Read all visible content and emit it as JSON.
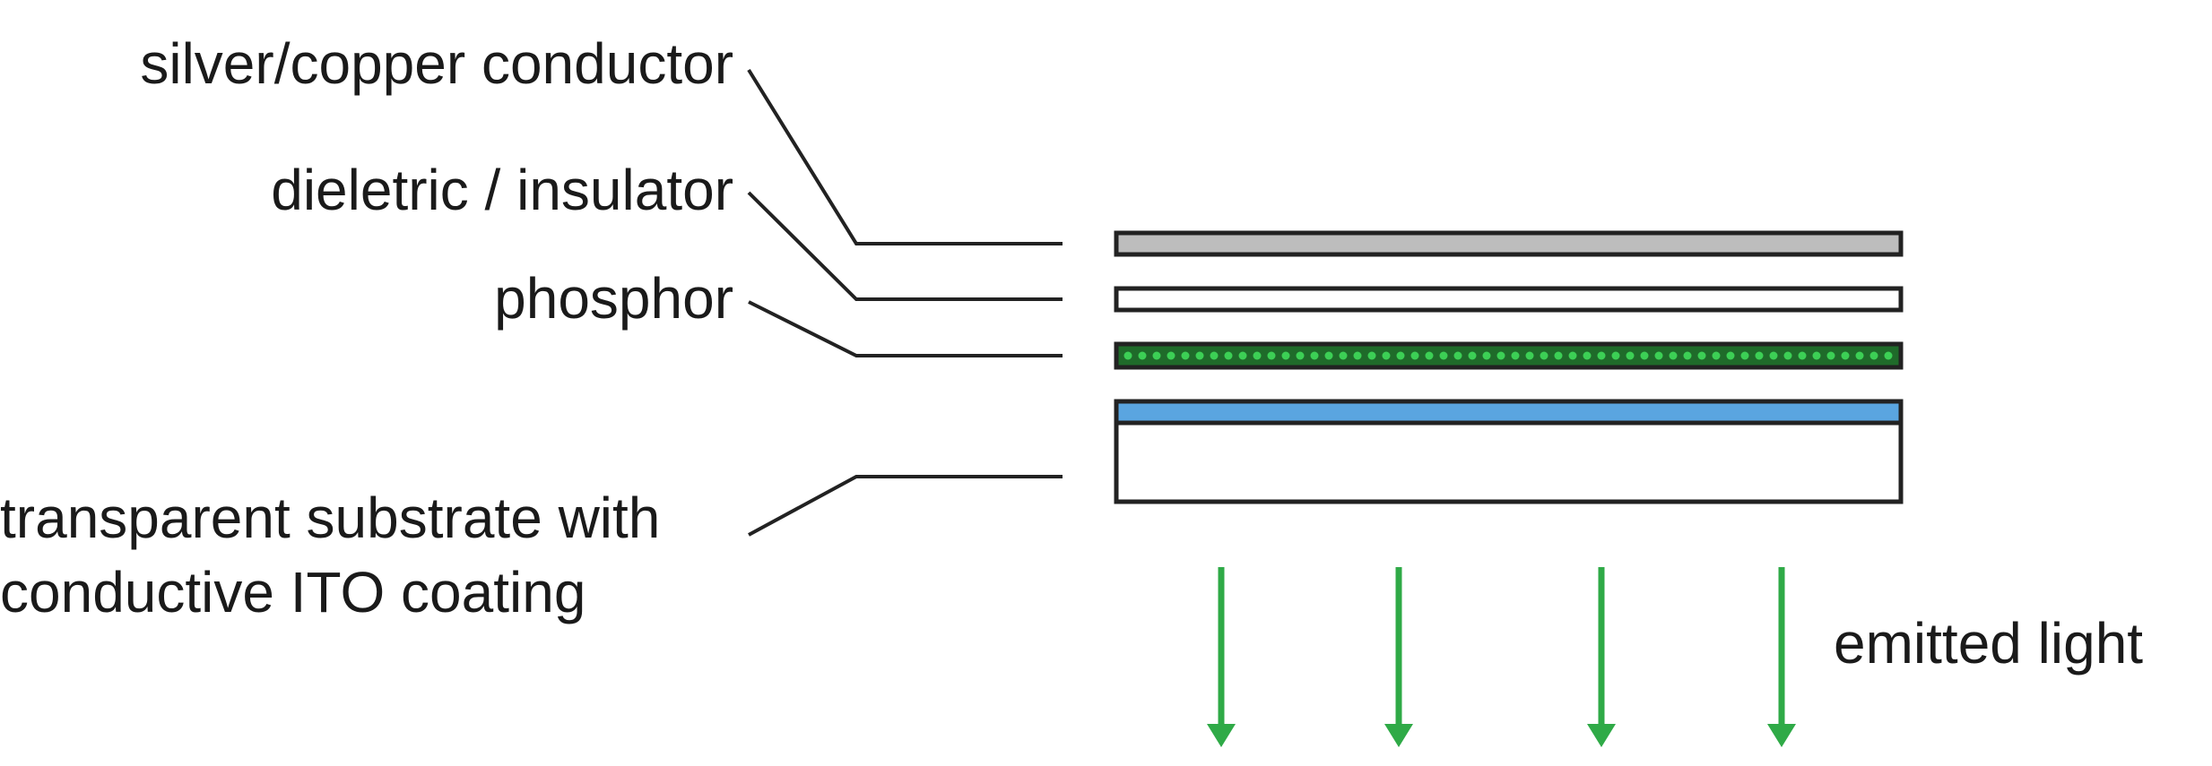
{
  "labels": {
    "conductor": "silver/copper conductor",
    "dielectric": "dieletric / insulator",
    "phosphor": "phosphor",
    "substrate_line1": "transparent substrate with",
    "substrate_line2": "conductive ITO coating",
    "emitted_light": "emitted light"
  },
  "colors": {
    "conductor_fill": "#bdbdbd",
    "dielectric_fill": "#ffffff",
    "phosphor_fill": "#1f6b2a",
    "phosphor_dots": "#3ccf55",
    "ito_coating": "#5aa5e0",
    "substrate_fill": "#ffffff",
    "arrow": "#2faa47",
    "outline": "#222222"
  }
}
